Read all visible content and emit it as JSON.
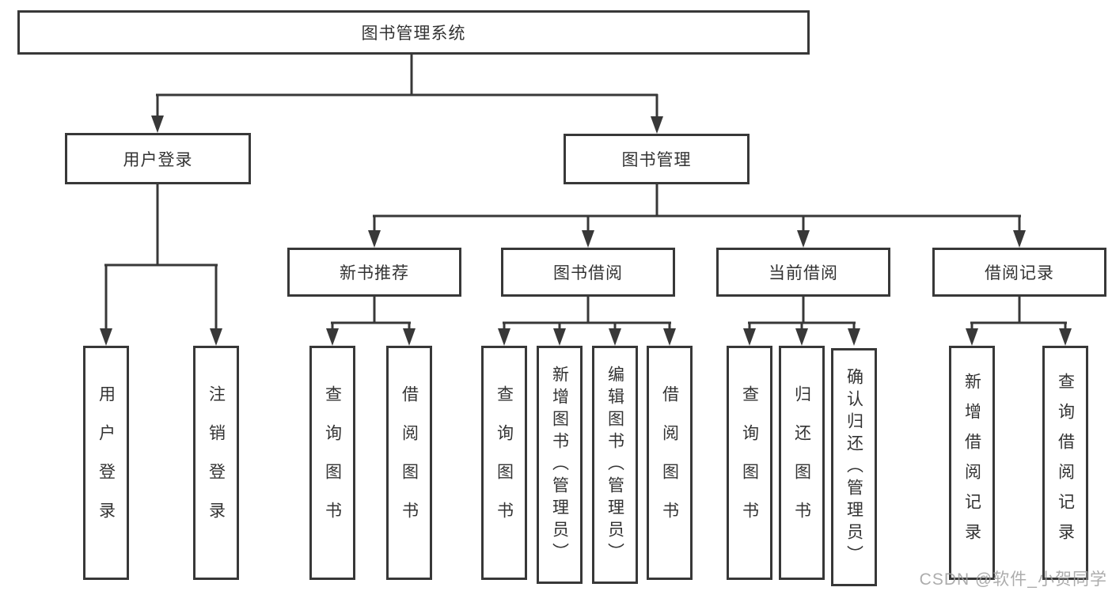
{
  "tree": {
    "root": "图书管理系统",
    "branches": [
      {
        "label": "用户登录",
        "leaves": [
          "用户登录",
          "注销登录"
        ]
      },
      {
        "label": "图书管理",
        "groups": [
          {
            "label": "新书推荐",
            "leaves": [
              "查询图书",
              "借阅图书"
            ]
          },
          {
            "label": "图书借阅",
            "leaves": [
              "查询图书",
              "新增图书（管理员）",
              "编辑图书（管理员）",
              "借阅图书"
            ]
          },
          {
            "label": "当前借阅",
            "leaves": [
              "查询图书",
              "归还图书",
              "确认归还（管理员）"
            ]
          },
          {
            "label": "借阅记录",
            "leaves": [
              "新增借阅记录",
              "查询借阅记录"
            ]
          }
        ]
      }
    ]
  },
  "watermark": "CSDN @软件_小贺同学",
  "colors": {
    "line": "#383838",
    "text": "#333333",
    "background": "#ffffff",
    "watermark": "#9e9e9e"
  }
}
